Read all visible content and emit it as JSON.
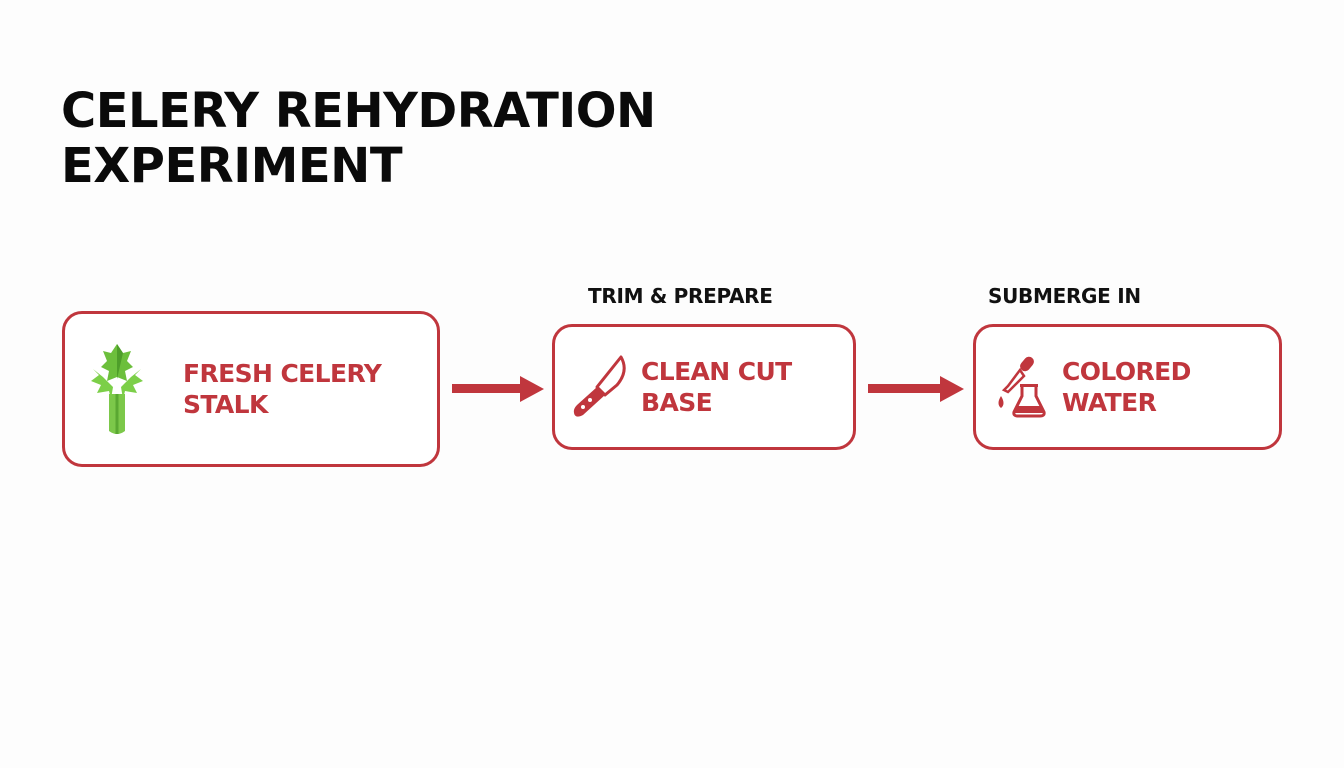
{
  "title": {
    "line1": "CELERY REHYDRATION",
    "line2": "EXPERIMENT"
  },
  "accent_color": "#c0363d",
  "steps": [
    {
      "label": "",
      "box_text_line1": "FRESH CELERY",
      "box_text_line2": "STALK",
      "icon": "celery-icon"
    },
    {
      "label": "TRIM & PREPARE",
      "box_text": "CLEAN CUT BASE",
      "icon": "knife-icon"
    },
    {
      "label": "SUBMERGE IN",
      "box_text": "COLORED WATER",
      "icon": "dropper-flask-icon"
    }
  ],
  "arrows": [
    "arrow-right",
    "arrow-right"
  ]
}
